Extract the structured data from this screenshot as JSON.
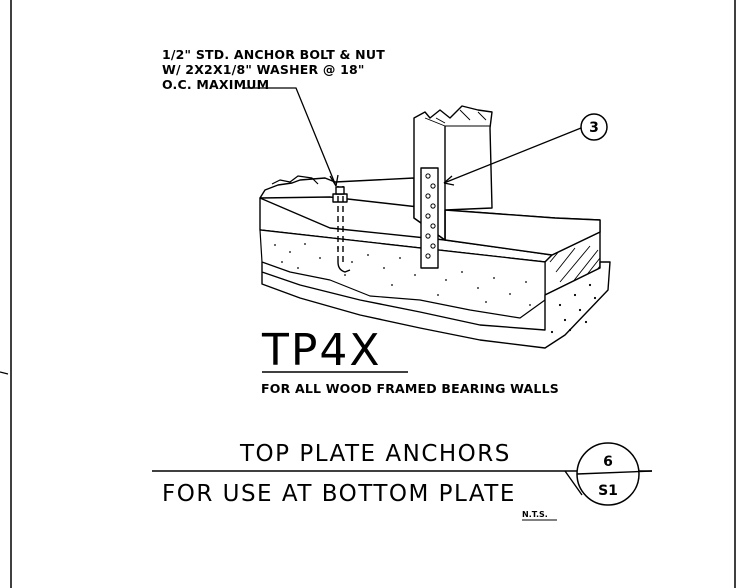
{
  "callout": {
    "line1": "1/2\" STD. ANCHOR BOLT & NUT",
    "line2": "W/ 2X2X1/8\" WASHER @ 18\"",
    "line3": "O.C. MAXIMUM"
  },
  "keynote": {
    "number": "3"
  },
  "label": {
    "code": "TP4X",
    "description": "FOR ALL WOOD FRAMED BEARING WALLS"
  },
  "title_block": {
    "title": "TOP PLATE ANCHORS",
    "subtitle": "FOR USE AT BOTTOM PLATE",
    "scale": "N.T.S.",
    "detail_number": "6",
    "sheet_number": "S1"
  }
}
